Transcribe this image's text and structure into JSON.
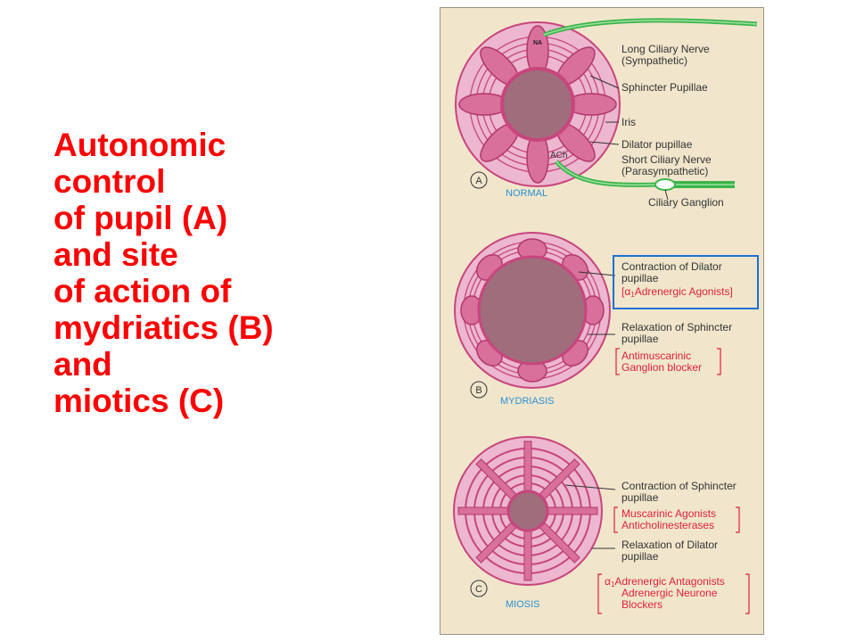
{
  "title_lines": [
    "Autonomic",
    "control",
    "of pupil (A)",
    "and site",
    "of action of",
    "mydriatics (B)",
    "and",
    "miotics (C)"
  ],
  "colors": {
    "title": "#ff0000",
    "panel_background": "#f1e6cc",
    "iris_pink": "#e8a9c6",
    "muscle_magenta": "#c8457d",
    "pupil": "#9a6b78",
    "nerve_green": "#3bb54a",
    "label_blue": "#2a8fd0",
    "drug_red": "#e0203c",
    "highlight_box": "#1f6fd1"
  },
  "panelA": {
    "marker": "A",
    "caption": "NORMAL",
    "tag_na": "NA",
    "tag_ach": "ACh",
    "labels": {
      "long_nerve_1": "Long Ciliary Nerve",
      "long_nerve_2": "(Sympathetic)",
      "sphincter": "Sphincter Pupillae",
      "iris": "Iris",
      "dilator": "Dilator pupillae",
      "short_nerve_1": "Short Ciliary Nerve",
      "short_nerve_2": "(Parasympathetic)",
      "ganglion": "Ciliary Ganglion"
    }
  },
  "panelB": {
    "marker": "B",
    "caption": "MYDRIASIS",
    "contraction_1": "Contraction of Dilator",
    "contraction_2": "pupillae",
    "agonist_prefix": "[α",
    "agonist_sub": "1",
    "agonist_text": "Adrenergic Agonists]",
    "relaxation_1": "Relaxation of Sphincter",
    "relaxation_2": "pupillae",
    "drugs": [
      "Antimuscarinic",
      "Ganglion blocker"
    ]
  },
  "panelC": {
    "marker": "C",
    "caption": "MIOSIS",
    "contraction_1": "Contraction of Sphincter",
    "contraction_2": "pupillae",
    "drugs_1": [
      "Muscarinic Agonists",
      "Anticholinesterases"
    ],
    "relaxation_1": "Relaxation of Dilator",
    "relaxation_2": "pupillae",
    "drugs_2_prefix": "α",
    "drugs_2_sub": "1",
    "drugs_2_first": "Adrenergic Antagonists",
    "drugs_2": [
      "Adrenergic Neurone",
      "Blockers"
    ]
  }
}
